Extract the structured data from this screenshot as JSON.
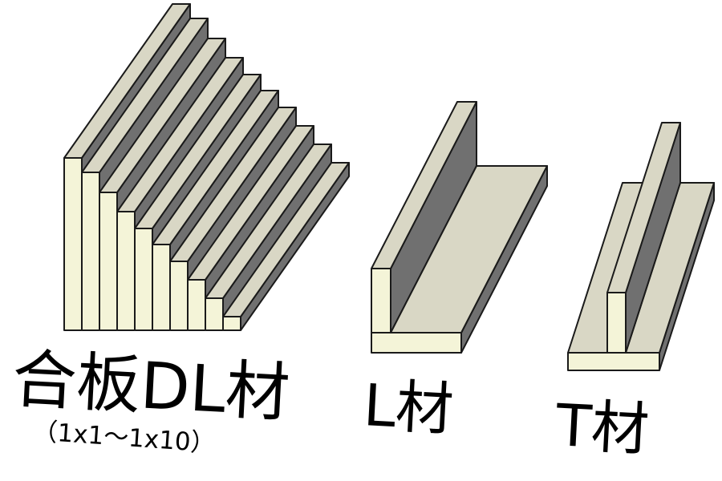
{
  "colors": {
    "front_face": "#f4f4d8",
    "top_face": "#d9d7c5",
    "side_face": "#707070",
    "outline": "#1a1a1a"
  },
  "items": [
    {
      "name": "合板DL材",
      "sub": "（1x1～1x10）",
      "steps": 10
    },
    {
      "name": "L材"
    },
    {
      "name": "T材"
    }
  ]
}
